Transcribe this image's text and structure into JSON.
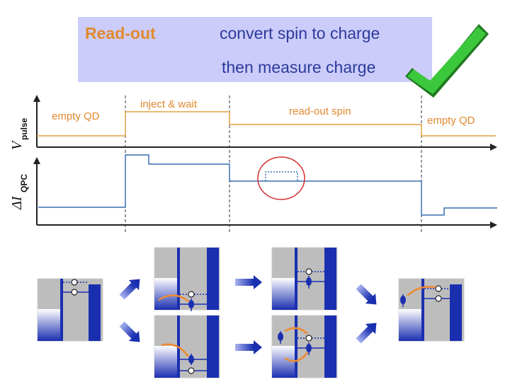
{
  "banner": {
    "title": "Read-out",
    "line1": "convert spin to charge",
    "line2": "then measure charge"
  },
  "status_icon": "green-check-icon",
  "timing": {
    "phases": [
      "empty QD",
      "inject & wait",
      "read-out spin",
      "empty QD"
    ],
    "y_axis_top_symbol": "V",
    "y_axis_top_sub": "pulse",
    "y_axis_bottom_symbol": "ΔI",
    "y_axis_bottom_sub": "QPC"
  },
  "colors": {
    "banner_bg": "#ccccfa",
    "title": "#e0892f",
    "text": "#2b3b9b",
    "pulse_line": "#e0a040",
    "qpc_line": "#3a6fb0",
    "highlight_circle": "#d63030",
    "lead_blue": "#1a2fb0",
    "panel_bg": "#bdbdbd"
  }
}
